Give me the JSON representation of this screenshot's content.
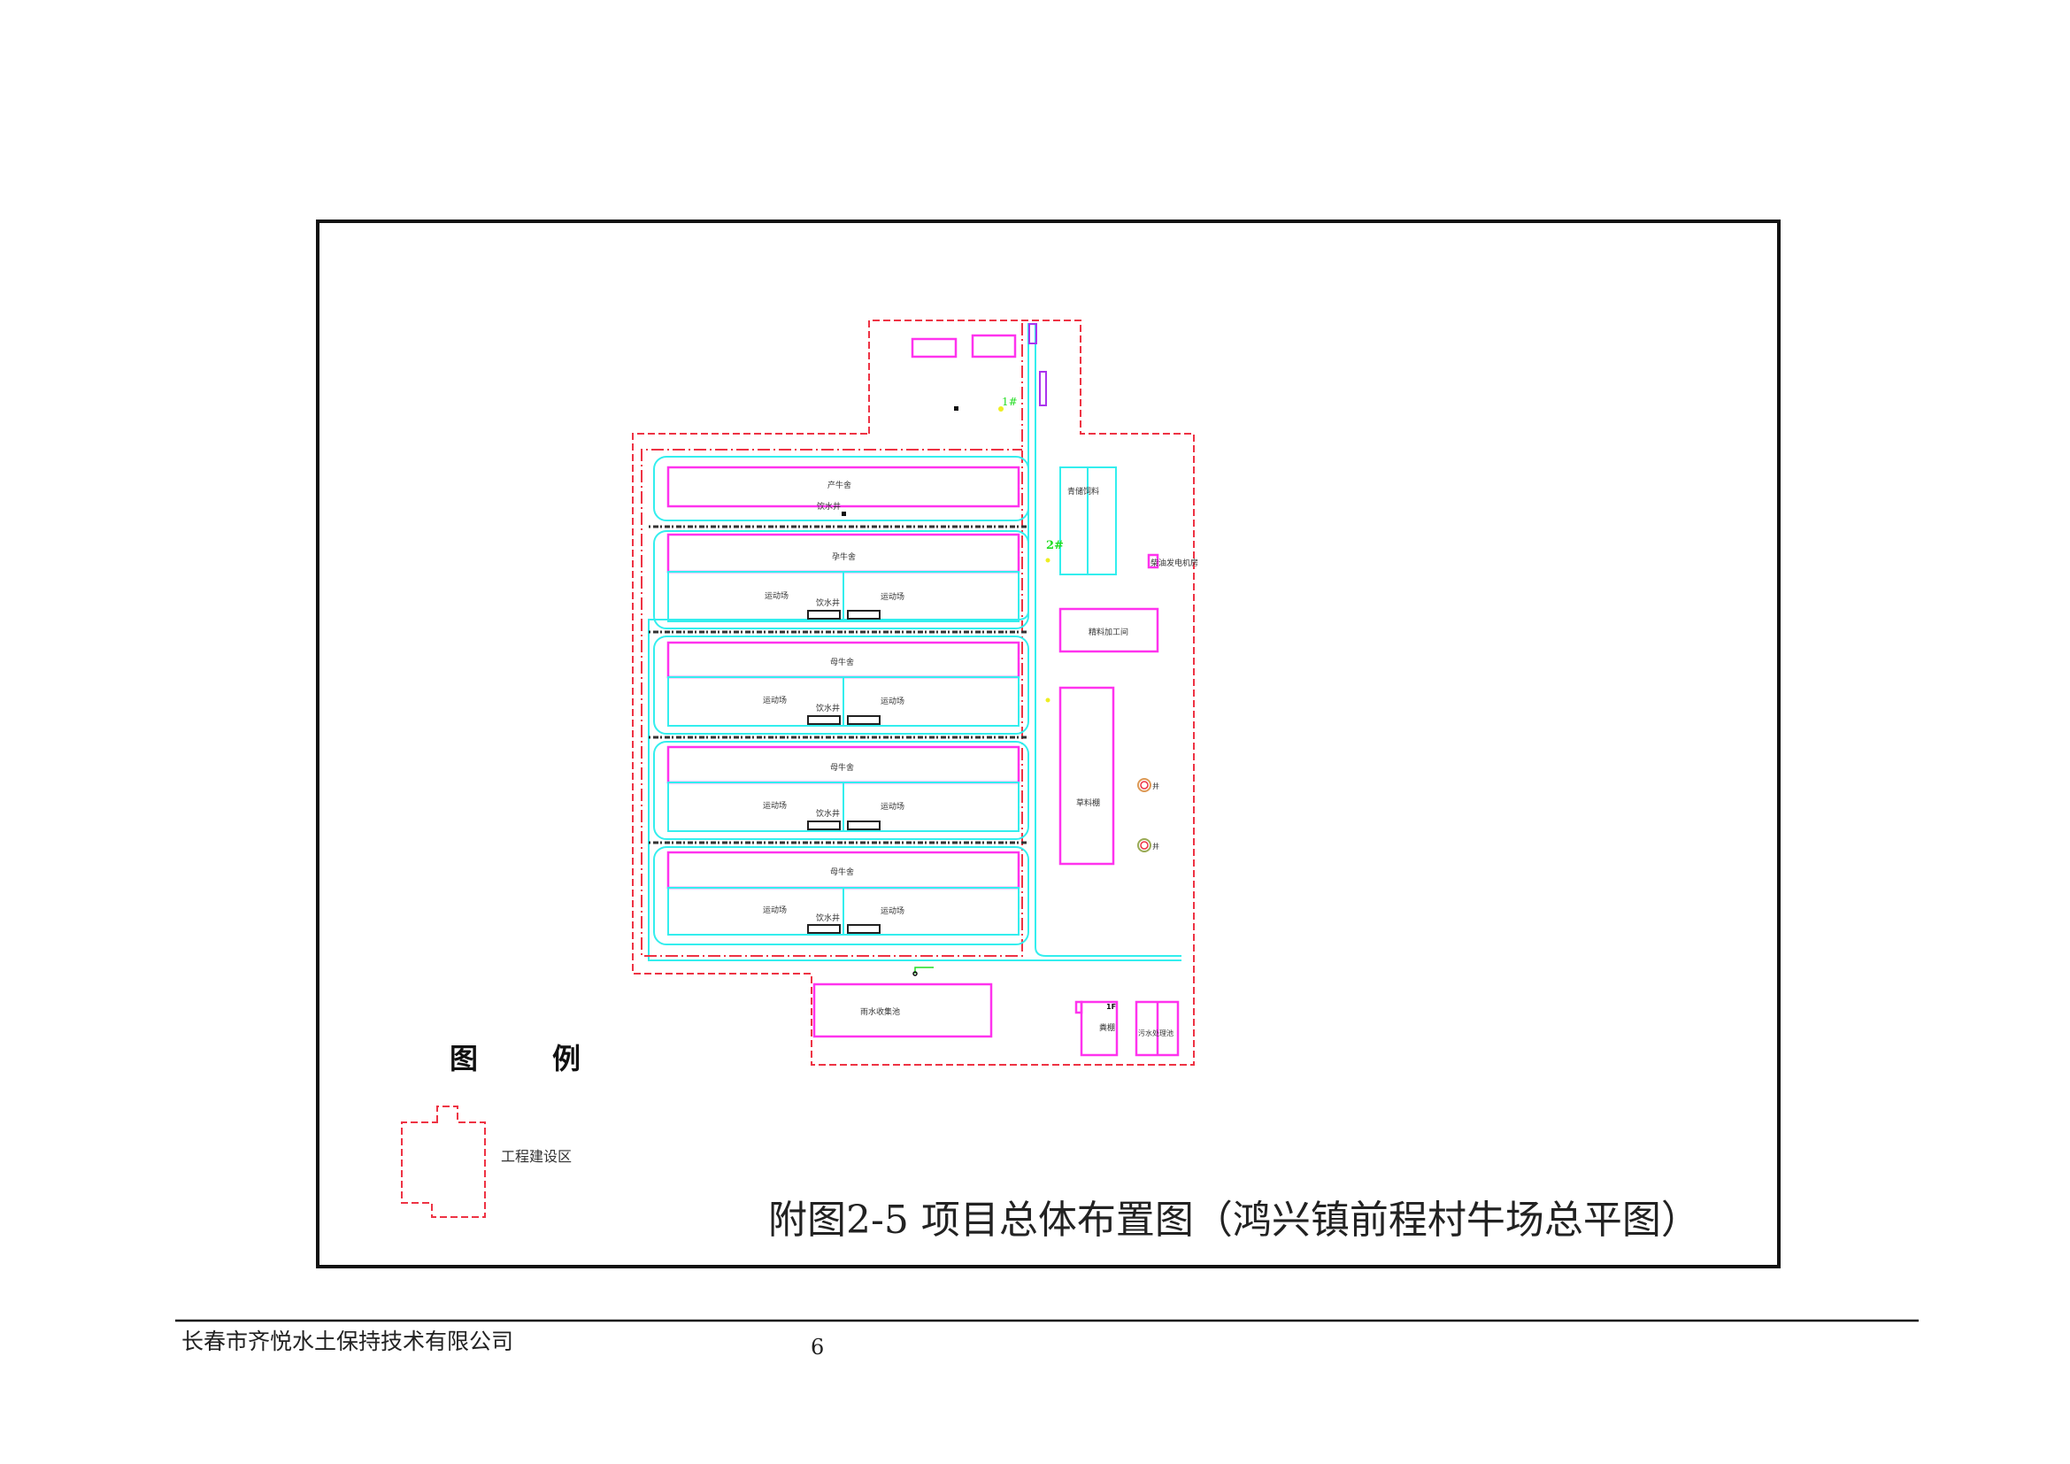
{
  "figure": {
    "title": "附图2-5  项目总体布置图（鸿兴镇前程村牛场总平图）",
    "buildings": {
      "calving_barn": "产牛舍",
      "pregnant_barn": "孕牛舍",
      "cow_barn": "母牛舍",
      "exercise_yard": "运动场",
      "drinking_well": "饮水井",
      "silage": "青储饲料",
      "diesel_generator": "柴油发电机房",
      "concentrate_room": "精料加工间",
      "hay_shed": "草料棚",
      "well": "井",
      "rain_pool": "雨水收集池",
      "manure_shed": "粪棚",
      "manure_floor": "1F",
      "sewage_pool": "污水处理池",
      "point1": "1#",
      "point2": "2#"
    },
    "legend": {
      "title_1": "图",
      "title_2": "例",
      "item": "工程建设区"
    }
  },
  "footer": {
    "company": "长春市齐悦水土保持技术有限公司",
    "page": "6"
  },
  "colors": {
    "boundary": "#ee3344",
    "building": "#ff33ee",
    "road": "#33eeee",
    "marker": "#22dd22"
  }
}
